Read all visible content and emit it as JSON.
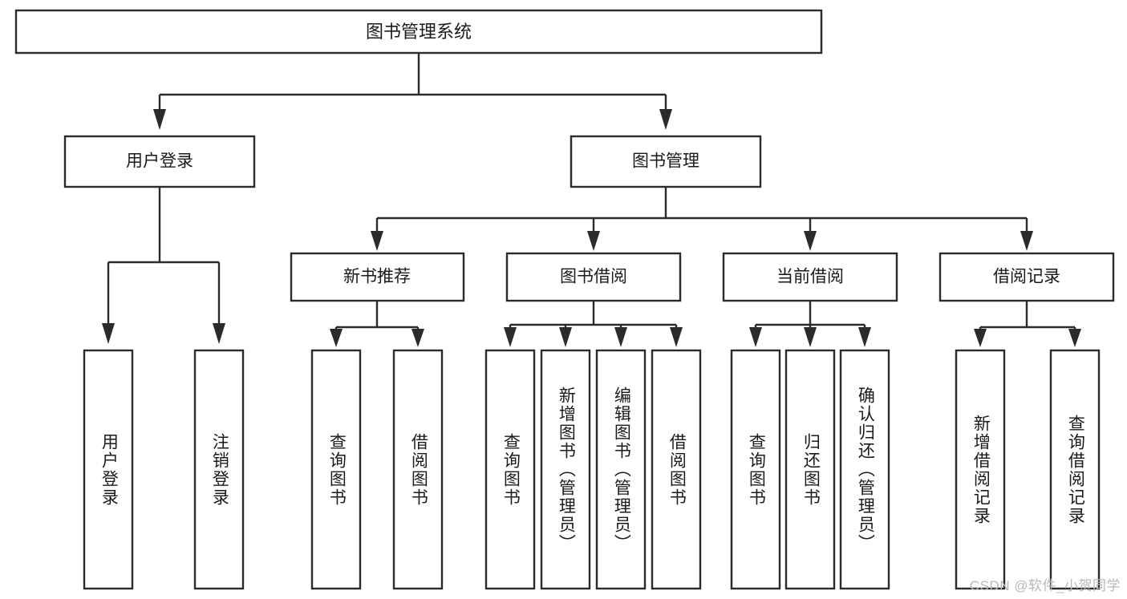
{
  "diagram": {
    "type": "tree-hierarchy",
    "title": "图书管理系统",
    "colors": {
      "stroke": "#2b2b2b",
      "fill": "#ffffff",
      "text": "#1a1a1a",
      "watermark": "#b8b8b8",
      "background": "#ffffff"
    },
    "root": {
      "label": "图书管理系统"
    },
    "level1": [
      {
        "label": "用户登录"
      },
      {
        "label": "图书管理"
      }
    ],
    "level2": [
      {
        "label": "新书推荐"
      },
      {
        "label": "图书借阅"
      },
      {
        "label": "当前借阅"
      },
      {
        "label": "借阅记录"
      }
    ],
    "leaves": {
      "user_login": [
        {
          "label": "用户登录"
        },
        {
          "label": "注销登录"
        }
      ],
      "new_book_recommend": [
        {
          "label": "查询图书"
        },
        {
          "label": "借阅图书"
        }
      ],
      "book_borrow": [
        {
          "label": "查询图书"
        },
        {
          "label": "新增图书（管理员）"
        },
        {
          "label": "编辑图书（管理员）"
        },
        {
          "label": "借阅图书"
        }
      ],
      "current_borrow": [
        {
          "label": "查询图书"
        },
        {
          "label": "归还图书"
        },
        {
          "label": "确认归还（管理员）"
        }
      ],
      "borrow_record": [
        {
          "label": "新增借阅记录"
        },
        {
          "label": "查询借阅记录"
        }
      ]
    },
    "watermark": "CSDN @软件_小贺同学"
  },
  "chart_data": {
    "type": "table",
    "title": "图书管理系统 功能结构图",
    "nodes": [
      {
        "id": "root",
        "label": "图书管理系统",
        "level": 0,
        "parent": null
      },
      {
        "id": "n1",
        "label": "用户登录",
        "level": 1,
        "parent": "root"
      },
      {
        "id": "n2",
        "label": "图书管理",
        "level": 1,
        "parent": "root"
      },
      {
        "id": "n1a",
        "label": "用户登录",
        "level": 2,
        "parent": "n1"
      },
      {
        "id": "n1b",
        "label": "注销登录",
        "level": 2,
        "parent": "n1"
      },
      {
        "id": "n2a",
        "label": "新书推荐",
        "level": 2,
        "parent": "n2"
      },
      {
        "id": "n2b",
        "label": "图书借阅",
        "level": 2,
        "parent": "n2"
      },
      {
        "id": "n2c",
        "label": "当前借阅",
        "level": 2,
        "parent": "n2"
      },
      {
        "id": "n2d",
        "label": "借阅记录",
        "level": 2,
        "parent": "n2"
      },
      {
        "id": "n2a1",
        "label": "查询图书",
        "level": 3,
        "parent": "n2a"
      },
      {
        "id": "n2a2",
        "label": "借阅图书",
        "level": 3,
        "parent": "n2a"
      },
      {
        "id": "n2b1",
        "label": "查询图书",
        "level": 3,
        "parent": "n2b"
      },
      {
        "id": "n2b2",
        "label": "新增图书（管理员）",
        "level": 3,
        "parent": "n2b"
      },
      {
        "id": "n2b3",
        "label": "编辑图书（管理员）",
        "level": 3,
        "parent": "n2b"
      },
      {
        "id": "n2b4",
        "label": "借阅图书",
        "level": 3,
        "parent": "n2b"
      },
      {
        "id": "n2c1",
        "label": "查询图书",
        "level": 3,
        "parent": "n2c"
      },
      {
        "id": "n2c2",
        "label": "归还图书",
        "level": 3,
        "parent": "n2c"
      },
      {
        "id": "n2c3",
        "label": "确认归还（管理员）",
        "level": 3,
        "parent": "n2c"
      },
      {
        "id": "n2d1",
        "label": "新增借阅记录",
        "level": 3,
        "parent": "n2d"
      },
      {
        "id": "n2d2",
        "label": "查询借阅记录",
        "level": 3,
        "parent": "n2d"
      }
    ]
  }
}
